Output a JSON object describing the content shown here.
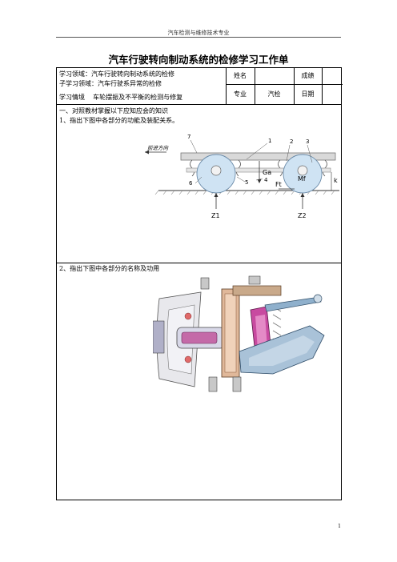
{
  "header": {
    "text": "汽车检测与维修技术专业"
  },
  "title": "汽车行驶转向制动系统的检修学习工作单",
  "info": {
    "line1": "学习领域：汽车行驶转向制动系统的检修",
    "line2": "子学习领域：汽车行驶系异常的检修",
    "line3": "学习情境    车轮摆振及不平衡的检测与修复",
    "grid": {
      "name_label": "姓名",
      "name_value": "",
      "score_label": "成绩",
      "score_value": "",
      "major_label": "专业",
      "major_value": "汽检",
      "date_label": "日期",
      "date_value": ""
    }
  },
  "section1": {
    "heading": "一、对照教材掌握以下应知应会的知识",
    "q1": "1、指出下图中各部分的功能及装配关系。",
    "figure": {
      "direction": "前进方向",
      "labels": [
        "1",
        "2",
        "3",
        "4",
        "5",
        "6",
        "7"
      ],
      "ga": "Ga",
      "ft": "Ft",
      "mf": "Mf",
      "k": "k",
      "z1": "Z1",
      "z2": "Z2"
    }
  },
  "section2": {
    "q2": "2、指出下图中各部分的名称及功用"
  },
  "page_number": "1"
}
